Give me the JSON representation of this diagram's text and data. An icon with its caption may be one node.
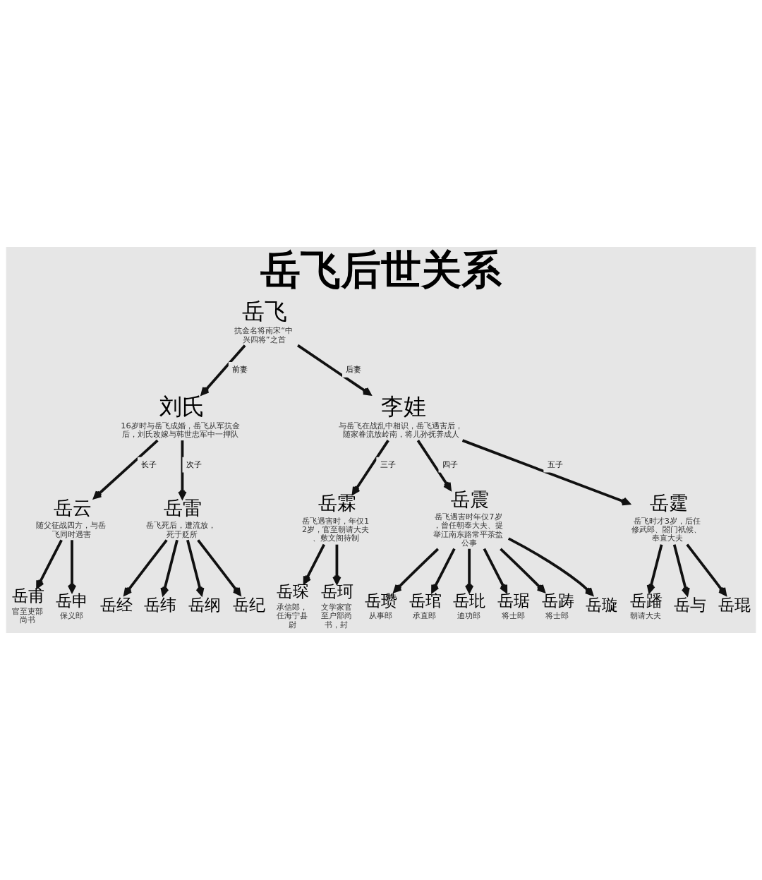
{
  "diagram": {
    "title": "岳飞后世关系",
    "nodes": [
      {
        "text": [
          "岳飞",
          "抗金名将南宋“中兴四将”之首"
        ]
      },
      {
        "text": [
          "刘氏",
          "16岁时与岳飞成婚，岳飞从军抗金后，刘氏改嫁与韩世忠军中一押队"
        ]
      },
      {
        "text": [
          "李娃",
          "与岳飞在战乱中相识，岳飞遇害后，随家眷流放岭南，将儿孙抚养成人"
        ]
      },
      {
        "text": [
          "岳云",
          "随父征战四方，与岳飞同时遇害"
        ]
      },
      {
        "text": [
          "岳雷",
          "岳飞死后，遭流放，死于贬所"
        ]
      },
      {
        "text": [
          "岳霖",
          "岳飞遇害时，年仅12岁，官至朝请大夫、敷文阁待制"
        ]
      },
      {
        "text": [
          "岳震",
          "岳飞遇害时年仅7岁，曾任朝奉大夫、提举江南东路常平茶盐公事"
        ]
      },
      {
        "text": [
          "岳霆",
          "岳飞时才3岁，后任修武郎、閤门祇候、奉直大夫"
        ]
      },
      {
        "text": [
          "岳甫",
          "官至吏部尚书"
        ]
      },
      {
        "text": [
          "岳申",
          "保义郎"
        ]
      },
      {
        "text": [
          "岳经"
        ]
      },
      {
        "text": [
          "岳纬"
        ]
      },
      {
        "text": [
          "岳纲"
        ]
      },
      {
        "text": [
          "岳纪"
        ]
      },
      {
        "text": [
          "岳琛",
          "承信郎，任海宁县尉"
        ]
      },
      {
        "text": [
          "岳珂",
          "文学家官至户部尚书，封"
        ]
      },
      {
        "text": [
          "岳瓒",
          "从事郎"
        ]
      },
      {
        "text": [
          "岳琯",
          "承直郎"
        ]
      },
      {
        "text": [
          "岳玭",
          "迪功郎"
        ]
      },
      {
        "text": [
          "岳琚",
          "将士郎"
        ]
      },
      {
        "text": [
          "岳踌",
          "将士郎"
        ]
      },
      {
        "text": [
          "岳璇"
        ]
      },
      {
        "text": [
          "岳蹯",
          "朝请大夫"
        ]
      },
      {
        "text": [
          "岳与"
        ]
      },
      {
        "text": [
          "岳琨"
        ]
      }
    ],
    "edges": [
      {
        "from": 0,
        "to": 1,
        "arrow": "to",
        "label": "前妻"
      },
      {
        "from": 0,
        "to": 2,
        "arrow": "to",
        "label": "后妻"
      },
      {
        "from": 1,
        "to": 3,
        "arrow": "to",
        "label": "长子"
      },
      {
        "from": 1,
        "to": 4,
        "arrow": "to",
        "label": "次子"
      },
      {
        "from": 2,
        "to": 5,
        "arrow": "to",
        "label": "三子"
      },
      {
        "from": 2,
        "to": 6,
        "arrow": "to",
        "label": "四子"
      },
      {
        "from": 2,
        "to": 7,
        "arrow": "to",
        "label": "五子"
      },
      {
        "from": 3,
        "to": 8,
        "arrow": "to"
      },
      {
        "from": 3,
        "to": 9,
        "arrow": "to"
      },
      {
        "from": 4,
        "to": 10,
        "arrow": "to"
      },
      {
        "from": 4,
        "to": 11,
        "arrow": "to"
      },
      {
        "from": 4,
        "to": 12,
        "arrow": "to"
      },
      {
        "from": 4,
        "to": 13,
        "arrow": "to"
      },
      {
        "from": 5,
        "to": 14,
        "arrow": "to"
      },
      {
        "from": 5,
        "to": 15,
        "arrow": "to"
      },
      {
        "from": 6,
        "to": 16,
        "arrow": "to"
      },
      {
        "from": 6,
        "to": 17,
        "arrow": "to"
      },
      {
        "from": 6,
        "to": 18,
        "arrow": "to"
      },
      {
        "from": 6,
        "to": 19,
        "arrow": "to"
      },
      {
        "from": 6,
        "to": 20,
        "arrow": "to"
      },
      {
        "from": 6,
        "to": 21,
        "arrow": "to"
      },
      {
        "from": 7,
        "to": 22,
        "arrow": "to"
      },
      {
        "from": 7,
        "to": 23,
        "arrow": "to"
      },
      {
        "from": 7,
        "to": 24,
        "arrow": "to"
      }
    ]
  }
}
